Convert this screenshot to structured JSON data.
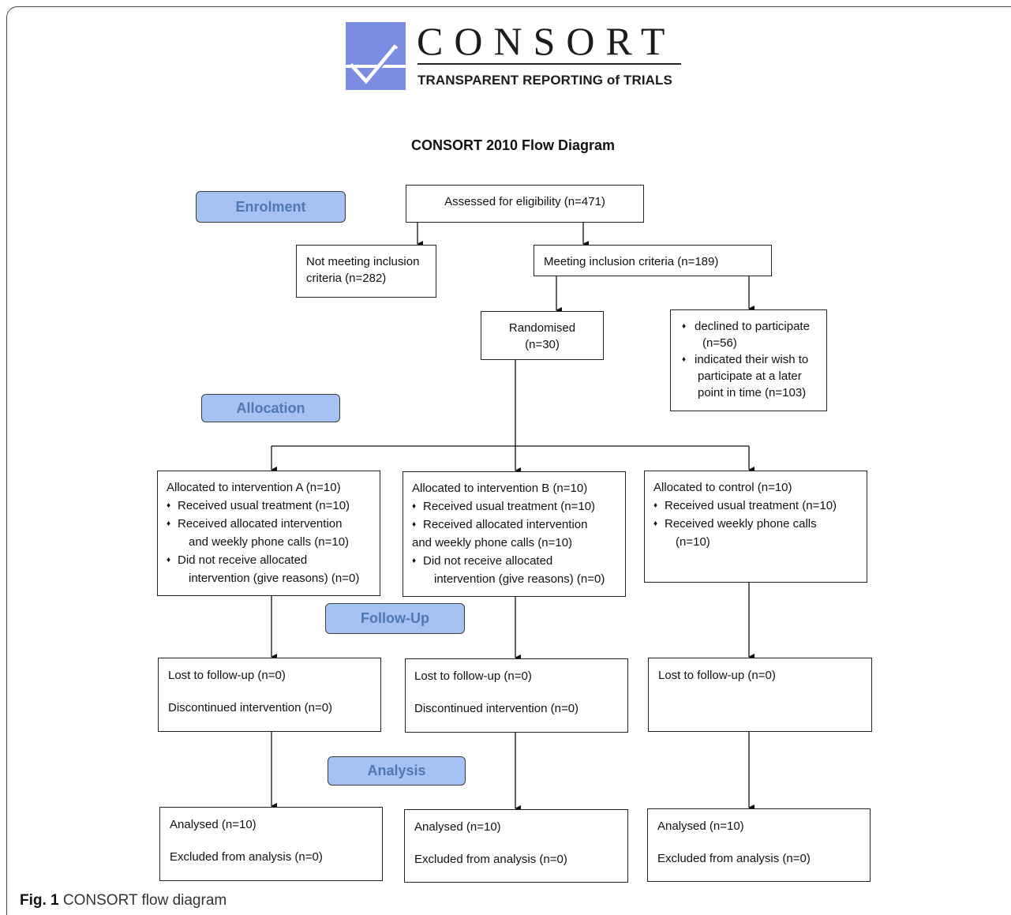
{
  "logo": {
    "word": "CONSORT",
    "tagline": "TRANSPARENT REPORTING of TRIALS"
  },
  "title": "CONSORT 2010 Flow Diagram",
  "stages": {
    "enrolment": "Enrolment",
    "allocation": "Allocation",
    "followup": "Follow-Up",
    "analysis": "Analysis"
  },
  "enrolment": {
    "assessed": "Assessed for eligibility (n=471)",
    "not_meeting": [
      "Not meeting inclusion",
      "criteria (n=282)"
    ],
    "meeting": "Meeting inclusion criteria (n=189)",
    "randomised": [
      "Randomised",
      "(n=30)"
    ],
    "excluded": [
      "declined to participate",
      "(n=56)",
      "indicated their wish to",
      "participate at a later",
      "point in time (n=103)"
    ]
  },
  "allocation": {
    "a": [
      "Allocated to intervention A (n=10)",
      "Received usual treatment (n=10)",
      "Received allocated intervention",
      "and weekly phone calls (n=10)",
      "Did not receive allocated",
      "intervention (give reasons) (n=0)"
    ],
    "b": [
      "Allocated to intervention B (n=10)",
      "Received usual treatment (n=10)",
      "Received allocated intervention",
      "and weekly phone calls (n=10)",
      "Did not receive allocated",
      "intervention (give reasons) (n=0)"
    ],
    "c": [
      "Allocated to control (n=10)",
      "Received usual treatment (n=10)",
      "Received weekly phone calls",
      "(n=10)"
    ]
  },
  "followup": {
    "a": [
      "Lost to follow-up (n=0)",
      "Discontinued intervention (n=0)"
    ],
    "b": [
      "Lost to follow-up (n=0)",
      "Discontinued intervention (n=0)"
    ],
    "c": [
      "Lost to follow-up (n=0)"
    ]
  },
  "analysis": {
    "a": [
      "Analysed (n=10)",
      "Excluded from analysis (n=0)"
    ],
    "b": [
      "Analysed (n=10)",
      "Excluded from analysis (n=0)"
    ],
    "c": [
      "Analysed (n=10)",
      "Excluded from analysis (n=0)"
    ]
  },
  "caption": {
    "label": "Fig. 1",
    "text": "CONSORT flow diagram"
  },
  "colors": {
    "stage_fill": "#a6c2f2",
    "stage_text": "#4f78b3",
    "logo_blue": "#7b8de0"
  }
}
